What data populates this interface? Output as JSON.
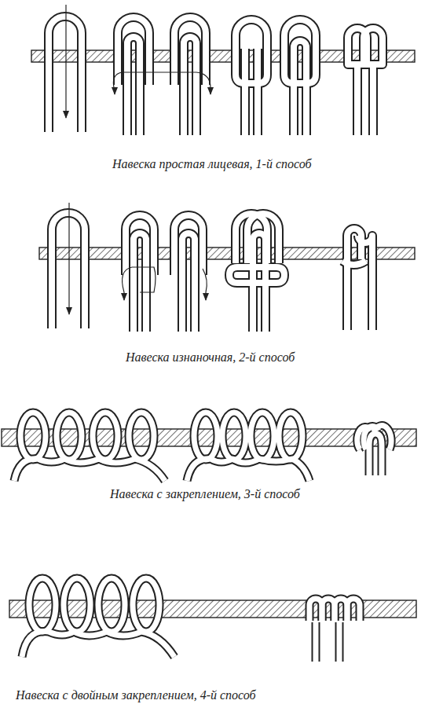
{
  "diagram": {
    "labels": [
      "Навеска простая лицевая, 1-й способ",
      "Навеска изнаночная, 2-й способ",
      "Навеска с закреплением, 3-й способ",
      "Навеска с двойным закреплением, 4-й способ"
    ]
  }
}
